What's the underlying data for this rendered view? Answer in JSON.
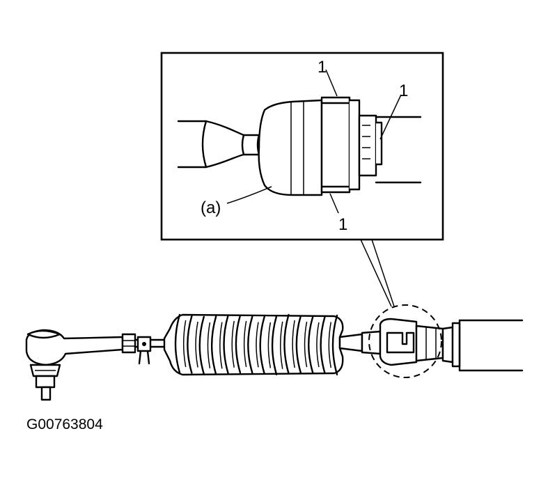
{
  "labels": {
    "callout_top": "1",
    "callout_right": "1",
    "callout_bottom": "1",
    "callout_a": "(a)"
  },
  "figure_code": "G00763804",
  "colors": {
    "ink": "#000000",
    "background": "#ffffff"
  }
}
